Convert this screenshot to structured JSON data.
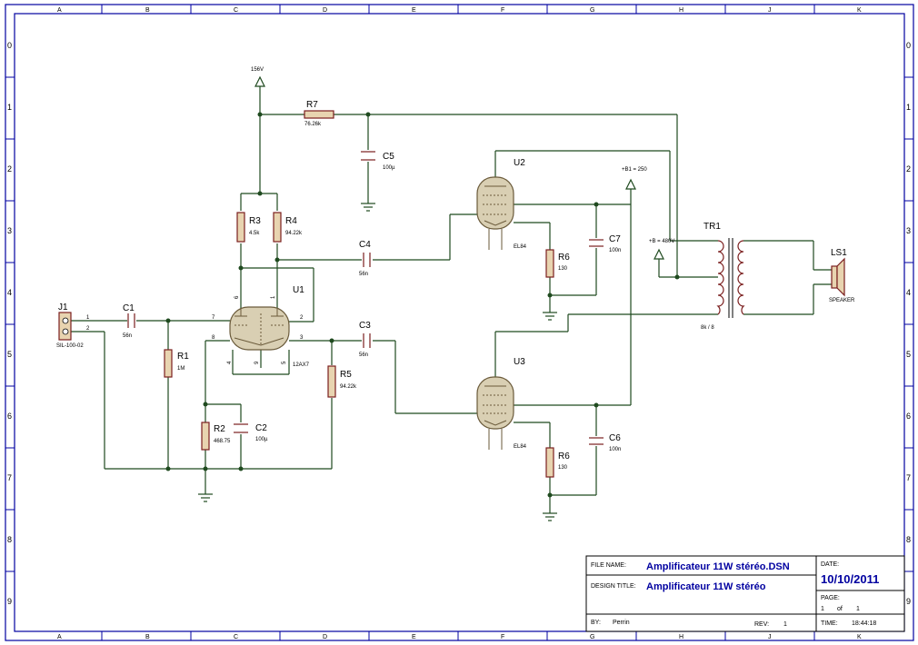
{
  "grid": {
    "cols": [
      "A",
      "B",
      "C",
      "D",
      "E",
      "F",
      "G",
      "H",
      "J",
      "K"
    ],
    "rows": [
      "0",
      "1",
      "2",
      "3",
      "4",
      "5",
      "6",
      "7",
      "8",
      "9"
    ]
  },
  "components": {
    "J1": {
      "ref": "J1",
      "value": "SIL-100-02",
      "pin1": "1",
      "pin2": "2"
    },
    "C1": {
      "ref": "C1",
      "value": "56n"
    },
    "R1": {
      "ref": "R1",
      "value": "1M"
    },
    "R2": {
      "ref": "R2",
      "value": "468.75"
    },
    "C2": {
      "ref": "C2",
      "value": "100µ"
    },
    "R3": {
      "ref": "R3",
      "value": "4.5k"
    },
    "R4": {
      "ref": "R4",
      "value": "94.22k"
    },
    "R5": {
      "ref": "R5",
      "value": "94.22k"
    },
    "R7": {
      "ref": "R7",
      "value": "76.26k"
    },
    "C5": {
      "ref": "C5",
      "value": "100µ"
    },
    "C4": {
      "ref": "C4",
      "value": "56n"
    },
    "C3": {
      "ref": "C3",
      "value": "56n"
    },
    "U1": {
      "ref": "U1",
      "value": "12AX7",
      "pins": [
        "6",
        "1",
        "7",
        "2",
        "8",
        "3",
        "4",
        "9",
        "5"
      ]
    },
    "U2": {
      "ref": "U2",
      "value": "EL84"
    },
    "U3": {
      "ref": "U3",
      "value": "EL84"
    },
    "R6a": {
      "ref": "R6",
      "value": "130"
    },
    "R6b": {
      "ref": "R6",
      "value": "130"
    },
    "C7": {
      "ref": "C7",
      "value": "100n"
    },
    "C6": {
      "ref": "C6",
      "value": "100n"
    },
    "TR1": {
      "ref": "TR1",
      "value": "8k / 8"
    },
    "LS1": {
      "ref": "LS1",
      "value": "SPEAKER"
    }
  },
  "supplies": {
    "v156": "156V",
    "b1": "+B1 = 250",
    "b": "+B = 480V"
  },
  "title_block": {
    "file_name_label": "FILE NAME:",
    "file_name": "Amplificateur 11W stéréo.DSN",
    "design_title_label": "DESIGN TITLE:",
    "design_title": "Amplificateur 11W stéréo",
    "by_label": "BY:",
    "by": "Perrin",
    "rev_label": "REV:",
    "rev": "1",
    "date_label": "DATE:",
    "date": "10/10/2011",
    "page_label": "PAGE:",
    "page": "1",
    "page_of": "of",
    "page_total": "1",
    "time_label": "TIME:",
    "time": "18:44:18"
  },
  "colors": {
    "frame": "#0000a0",
    "wire": "#1f4a1f",
    "component": "#7a1e1e"
  }
}
